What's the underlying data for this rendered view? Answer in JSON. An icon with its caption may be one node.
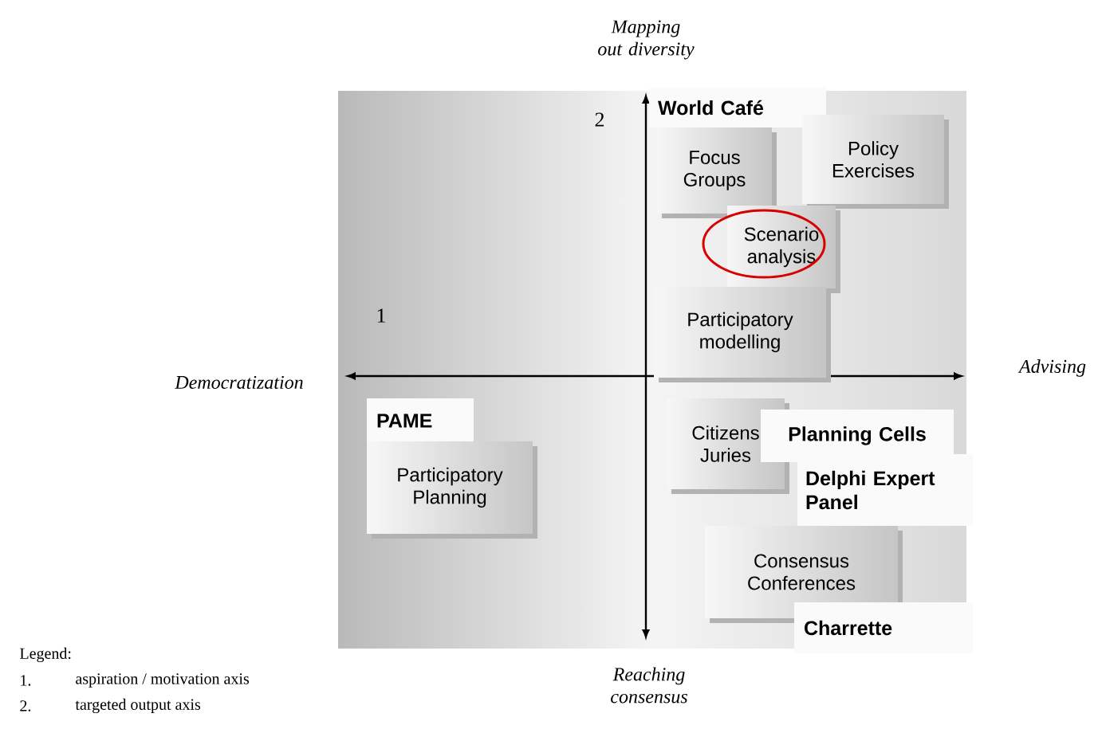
{
  "diagram": {
    "nodes": [
      {
        "text": [
          "World Café"
        ]
      },
      {
        "text": [
          "Focus Groups"
        ]
      },
      {
        "text": [
          "Policy Exercises"
        ]
      },
      {
        "text": [
          "Scenario analysis"
        ]
      },
      {
        "text": [
          "Participatory modelling"
        ]
      },
      {
        "text": [
          "PAME"
        ]
      },
      {
        "text": [
          "Participatory Planning"
        ]
      },
      {
        "text": [
          "Citizens Juries"
        ]
      },
      {
        "text": [
          "Planning Cells"
        ]
      },
      {
        "text": [
          "Delphi Expert Panel"
        ]
      },
      {
        "text": [
          "Consensus Conferences"
        ]
      },
      {
        "text": [
          "Charrette"
        ]
      }
    ],
    "edges": [],
    "labels": [
      "Mapping out diversity",
      "2",
      "1",
      "Democratization",
      "Advising",
      "Reaching consensus",
      "Legend:",
      "1.",
      "aspiration / motivation axis",
      "2.",
      "targeted output axis"
    ]
  }
}
